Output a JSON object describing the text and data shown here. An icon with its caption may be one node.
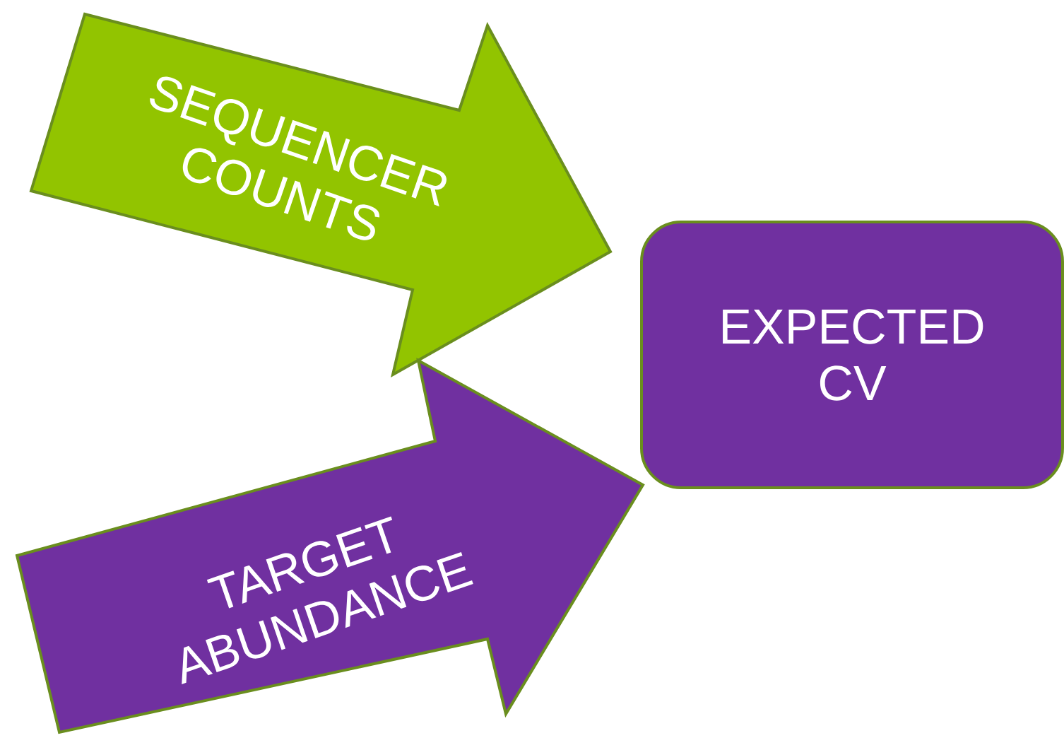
{
  "diagram": {
    "nodes": [
      {
        "text": [
          "SEQUENCER COUNTS"
        ]
      },
      {
        "text": [
          "TARGET ABUNDANCE"
        ]
      },
      {
        "text": [
          "EXPECTED CV"
        ]
      }
    ]
  }
}
